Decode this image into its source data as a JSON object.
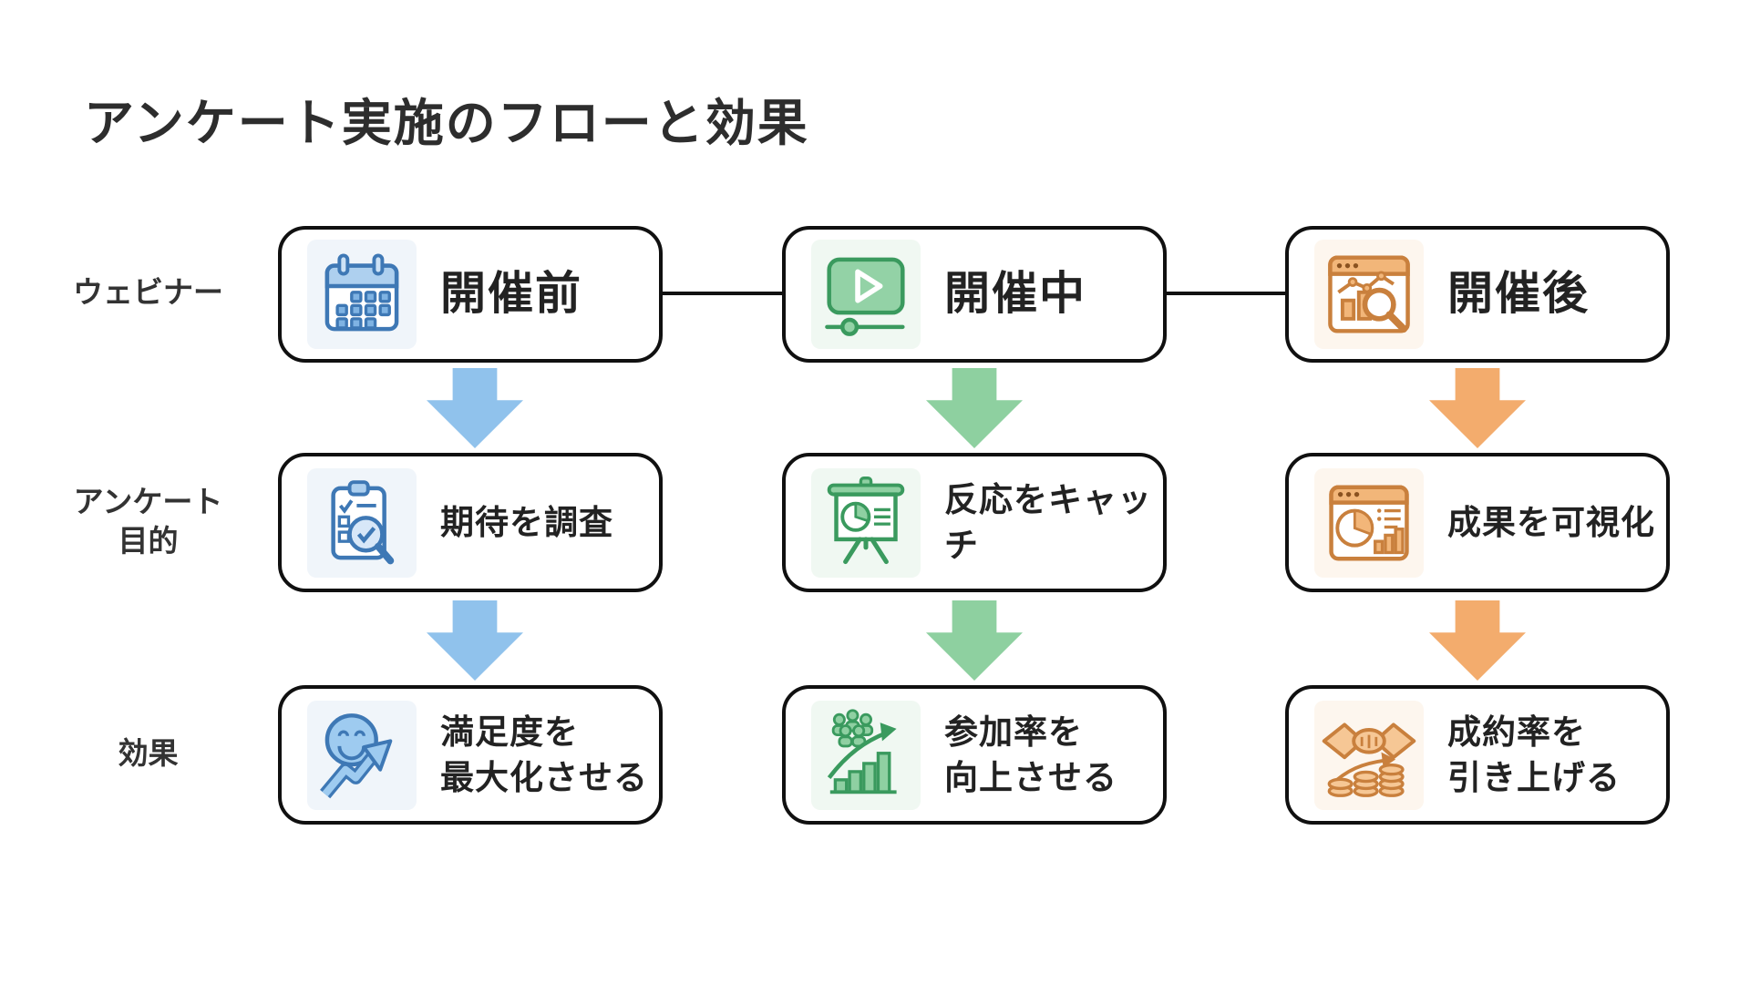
{
  "title": "アンケート実施のフローと効果",
  "row_labels": {
    "webinar": "ウェビナー",
    "purpose": "アンケート\n目的",
    "effect": "効果"
  },
  "columns": [
    {
      "id": "before",
      "accent": "#90c2ec",
      "phase": {
        "label": "開催前",
        "icon": "calendar-icon"
      },
      "purpose": {
        "label": "期待を調査",
        "icon": "clipboard-survey-icon"
      },
      "effect": {
        "label": "満足度を\n最大化させる",
        "icon": "smiley-growth-icon"
      }
    },
    {
      "id": "during",
      "accent": "#8ed0a0",
      "phase": {
        "label": "開催中",
        "icon": "video-player-icon"
      },
      "purpose": {
        "label": "反応をキャッチ",
        "icon": "presentation-pie-icon"
      },
      "effect": {
        "label": "参加率を\n向上させる",
        "icon": "audience-growth-icon"
      }
    },
    {
      "id": "after",
      "accent": "#f3ac6d",
      "phase": {
        "label": "開催後",
        "icon": "analytics-search-icon"
      },
      "purpose": {
        "label": "成果を可視化",
        "icon": "results-dashboard-icon"
      },
      "effect": {
        "label": "成約率を\n引き上げる",
        "icon": "handshake-coins-icon"
      }
    }
  ]
}
